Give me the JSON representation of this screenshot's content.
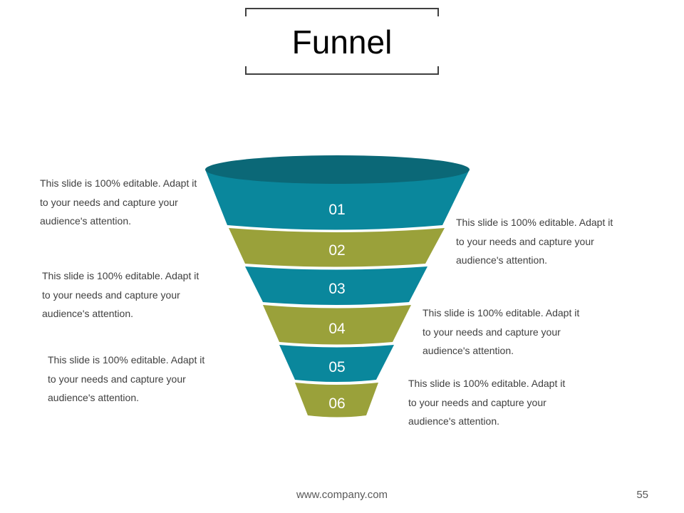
{
  "slide": {
    "title": "Funnel",
    "footer_url": "www.company.com",
    "page_number": "55"
  },
  "colors": {
    "teal": "#0a879c",
    "teal_top": "#0b6877",
    "olive": "#9aa13a"
  },
  "funnel": {
    "stages": [
      {
        "label": "01",
        "color": "teal"
      },
      {
        "label": "02",
        "color": "olive"
      },
      {
        "label": "03",
        "color": "teal"
      },
      {
        "label": "04",
        "color": "olive"
      },
      {
        "label": "05",
        "color": "teal"
      },
      {
        "label": "06",
        "color": "olive"
      }
    ]
  },
  "notes": [
    "This slide is 100% editable. Adapt it to your needs and capture your audience's attention.",
    "This slide is 100% editable. Adapt it to your needs and capture your audience's attention.",
    "This slide is 100% editable. Adapt it to your needs and capture your audience's attention.",
    "This slide is 100% editable. Adapt it to your needs and capture your audience's attention.",
    "This slide is 100% editable. Adapt it to your needs and capture your audience's attention.",
    "This slide is 100% editable. Adapt it to your needs and capture your audience's attention."
  ]
}
